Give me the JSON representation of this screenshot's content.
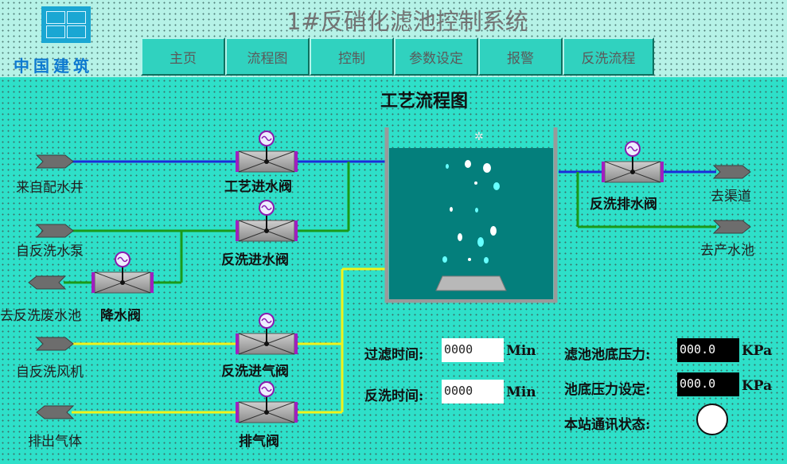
{
  "header": {
    "title": "1#反硝化滤池控制系统",
    "logo_text": "中国建筑"
  },
  "nav": {
    "items": [
      "主页",
      "流程图",
      "控制",
      "参数设定",
      "报警",
      "反洗流程"
    ]
  },
  "page_heading": "工艺流程图",
  "sources": {
    "inlet_well": "来自配水井",
    "backwash_pump": "自反洗水泵",
    "to_waste_pool": "去反洗废水池",
    "backwash_fan": "自反洗风机",
    "exhaust_out": "排出气体",
    "to_channel": "去渠道",
    "to_product_pool": "去产水池"
  },
  "valves": {
    "process_inlet": "工艺进水阀",
    "backwash_inlet": "反洗进水阀",
    "drain": "降水阀",
    "air_inlet": "反洗进气阀",
    "exhaust": "排气阀",
    "backwash_drain": "反洗排水阀"
  },
  "pipe_colors": {
    "water": "#1a2bdc",
    "backwash_water": "#1a9a1a",
    "air": "#f2f21a"
  },
  "status": {
    "filter_time_label": "过滤时间:",
    "filter_time_value": "0000",
    "filter_time_unit": "Min",
    "backwash_time_label": "反洗时间:",
    "backwash_time_value": "0000",
    "backwash_time_unit": "Min",
    "bottom_pressure_label": "滤池池底压力:",
    "bottom_pressure_value": "000.0",
    "bottom_pressure_unit": "KPa",
    "pressure_setpoint_label": "池底压力设定:",
    "pressure_setpoint_value": "000.0",
    "pressure_setpoint_unit": "KPa",
    "comm_status_label": "本站通讯状态:"
  }
}
